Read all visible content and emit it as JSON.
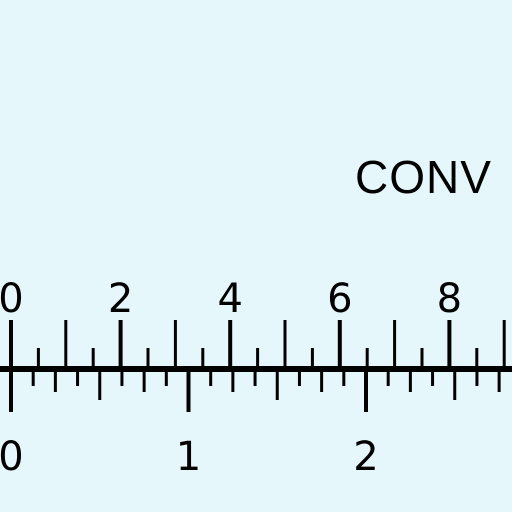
{
  "heading": "CONV",
  "top_scale": {
    "labels": [
      "0",
      "2",
      "4",
      "6",
      "8"
    ],
    "step": 1
  },
  "bottom_scale": {
    "labels": [
      "0",
      "1",
      "2"
    ],
    "step": 0.5
  },
  "colors": {
    "background": "#e6f7fc",
    "ink": "#000000"
  }
}
